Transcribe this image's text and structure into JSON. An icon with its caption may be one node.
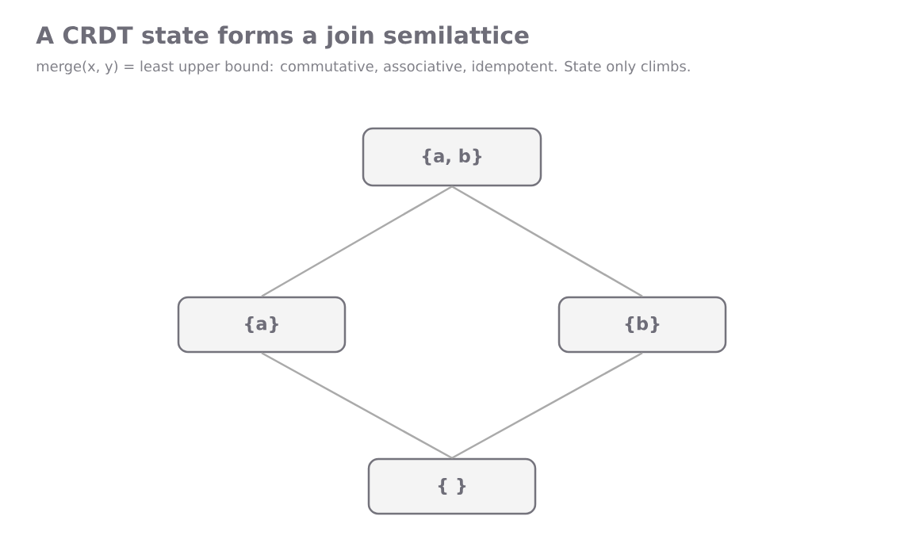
{
  "diagram": {
    "title": "A CRDT state forms a join semilattice",
    "caption": "merge(x, y) = least upper bound: commutative, associative, idempotent. State only climbs.",
    "nodes": [
      {
        "text": [
          "{a, b}"
        ]
      },
      {
        "text": [
          "{a}"
        ]
      },
      {
        "text": [
          "{b}"
        ]
      },
      {
        "text": [
          "{ }"
        ]
      }
    ],
    "edges": [
      {
        "from": 0,
        "to": 1,
        "arrow": "none"
      },
      {
        "from": 0,
        "to": 2,
        "arrow": "none"
      },
      {
        "from": 1,
        "to": 3,
        "arrow": "none"
      },
      {
        "from": 2,
        "to": 3,
        "arrow": "none"
      }
    ]
  }
}
